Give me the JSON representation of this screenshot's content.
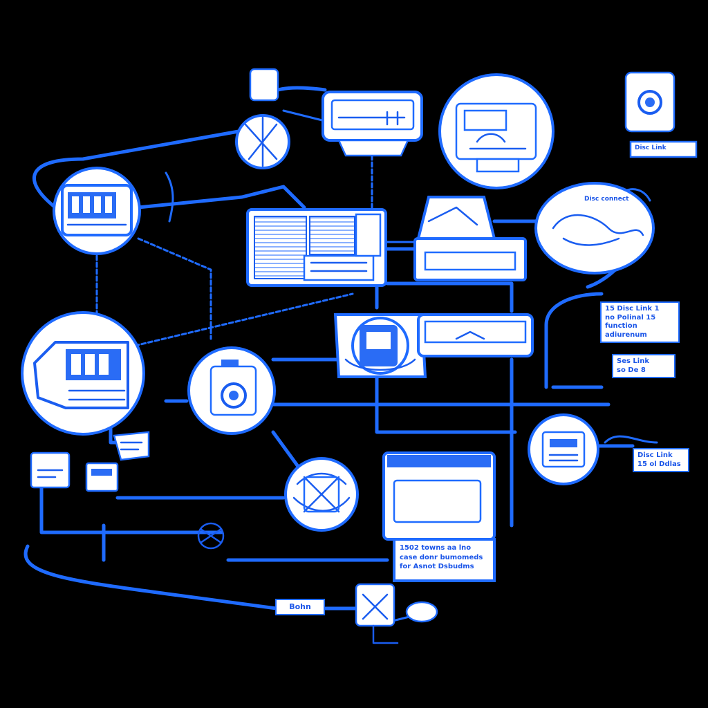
{
  "diagram": {
    "colors": {
      "background": "#000000",
      "stroke": "#1f6bff",
      "fill": "#ffffff"
    },
    "labels": {
      "top_right_caption": "Disc Link",
      "bubble_caption": "Disc connect",
      "right_note_1": "15 Disc Link 1\nno Polinal 15\nfunction adiurenum",
      "right_note_2": "Ses Link\nso De 8",
      "right_note_3": "Disc Link\n15 ol Ddlas",
      "terminal_caption": "1502 towns aa lno\ncase donr bumomeds\nfor Asnot Dsbudms",
      "bottom_tag": "Bohn"
    }
  }
}
